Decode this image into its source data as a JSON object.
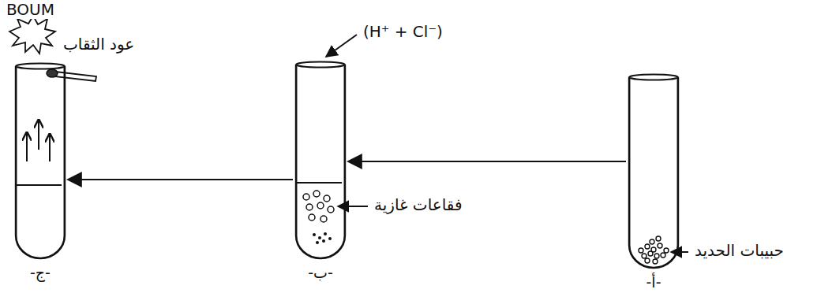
{
  "diagram": {
    "nodes": [
      {
        "text": [
          "-أ-"
        ]
      },
      {
        "text": [
          "-ب-"
        ]
      },
      {
        "text": [
          "-ج-"
        ]
      }
    ],
    "edges": [
      {
        "from": 0,
        "to": 1,
        "arrow": "to"
      },
      {
        "from": 1,
        "to": 2,
        "arrow": "to"
      }
    ],
    "labels": [
      "BOUM",
      "عود الثقاب",
      "(H⁺ + Cl⁻)",
      "فقاعات غازية",
      "حبيبات الحديد"
    ]
  }
}
